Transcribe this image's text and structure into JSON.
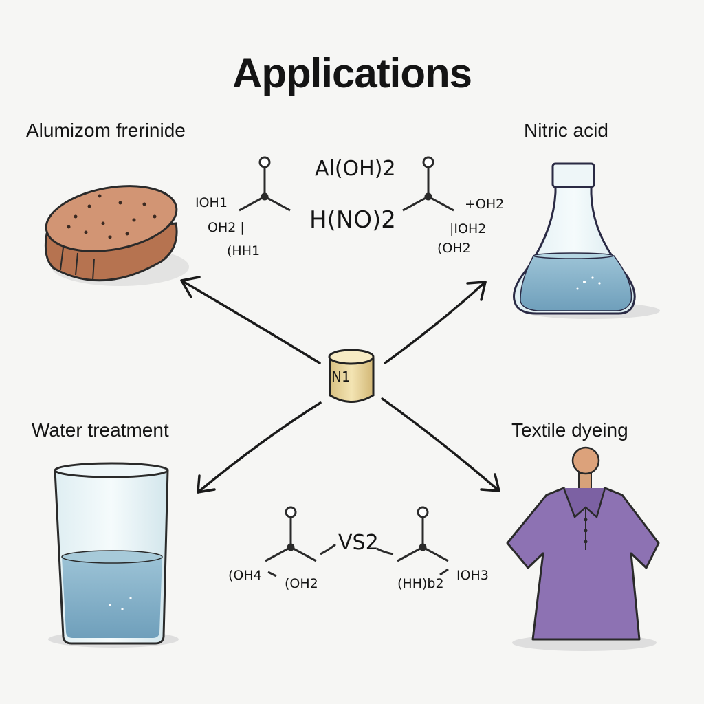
{
  "title": "Applications",
  "applications": [
    {
      "label": "Alumizom frerinide",
      "icon": "brick-icon"
    },
    {
      "label": "Nitric acid",
      "icon": "flask-icon"
    },
    {
      "label": "Water treatment",
      "icon": "water-glass-icon"
    },
    {
      "label": "Textile dyeing",
      "icon": "shirt-icon"
    }
  ],
  "center": {
    "label": "N1",
    "icon": "cylinder-icon"
  },
  "formulas": {
    "al_oh": "Al(OH)2",
    "h_no": "H(NO)2",
    "vs": "VS2"
  },
  "molecule_top_left": [
    "IOH1",
    "OH2 |",
    "(HH1"
  ],
  "molecule_top_right": [
    "+OH2",
    "|IOH2",
    "(OH2"
  ],
  "molecule_bottom": [
    "(OH4",
    "(OH2",
    "(HH)b2",
    "IOH3"
  ],
  "colors": {
    "brick": "#c98a63",
    "liquid": "#8fb9cf",
    "shirt": "#8d72b3",
    "cylinder": "#ecd9a0"
  }
}
